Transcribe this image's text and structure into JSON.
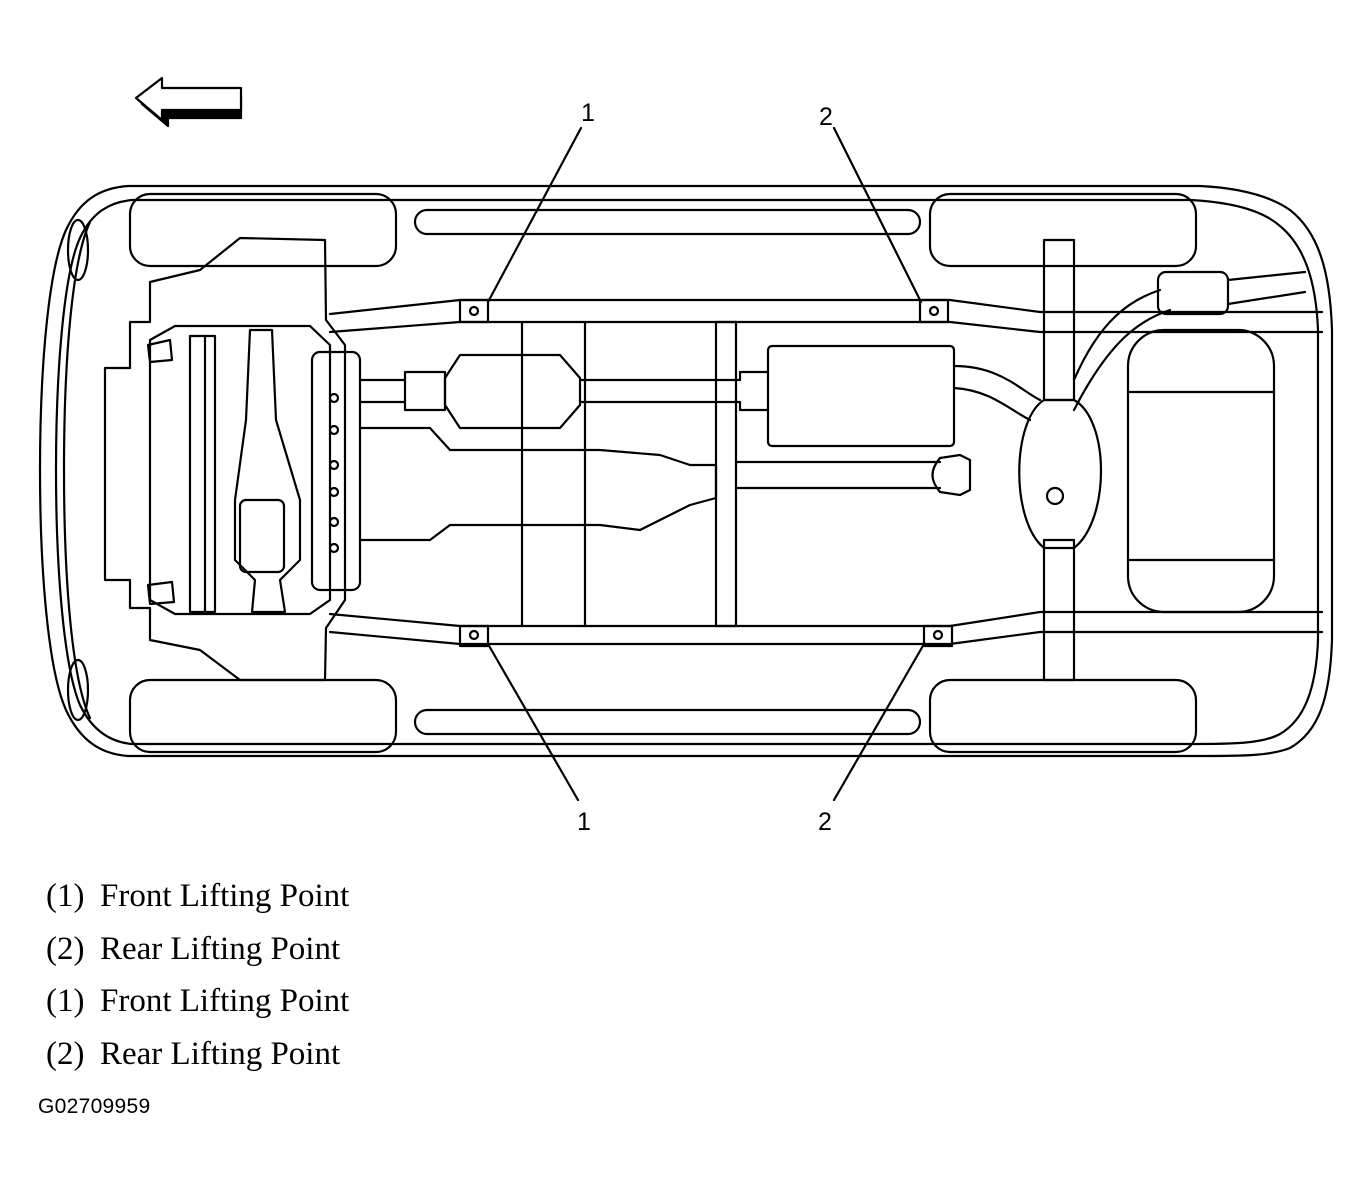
{
  "callouts": {
    "top_front": "1",
    "top_rear": "2",
    "bottom_front": "1",
    "bottom_rear": "2"
  },
  "legend": [
    {
      "number": "(1)",
      "label": "Front Lifting Point"
    },
    {
      "number": "(2)",
      "label": "Rear Lifting Point"
    },
    {
      "number": "(1)",
      "label": "Front Lifting Point"
    },
    {
      "number": "(2)",
      "label": "Rear Lifting Point"
    }
  ],
  "figure_id": "G02709959",
  "icons": {
    "direction": "arrow-left-icon"
  }
}
